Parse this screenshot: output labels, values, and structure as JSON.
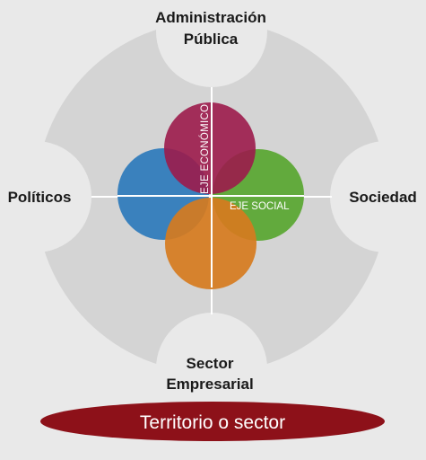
{
  "stakeholders": {
    "top": {
      "line1": "Administración",
      "line2": "Pública"
    },
    "left": "Políticos",
    "right": "Sociedad",
    "bottom": {
      "line1": "Sector",
      "line2": "Empresarial"
    }
  },
  "axes": {
    "economic": "EJE ECONÓMICO",
    "social": "EJE SOCIAL"
  },
  "footer": {
    "label": "Territorio o sector"
  },
  "colors": {
    "page_background": "#e9e9e9",
    "outer_disk": "#d4d4d4",
    "separator_lines": "#ffffff",
    "top_circle": "#9c1b4b",
    "left_circle": "#2d79bb",
    "right_circle": "#58a630",
    "bottom_circle": "#d67b1e",
    "footer_ellipse": "#8d1119",
    "footer_text": "#ffffff",
    "stakeholder_text": "#1a1a1a"
  }
}
